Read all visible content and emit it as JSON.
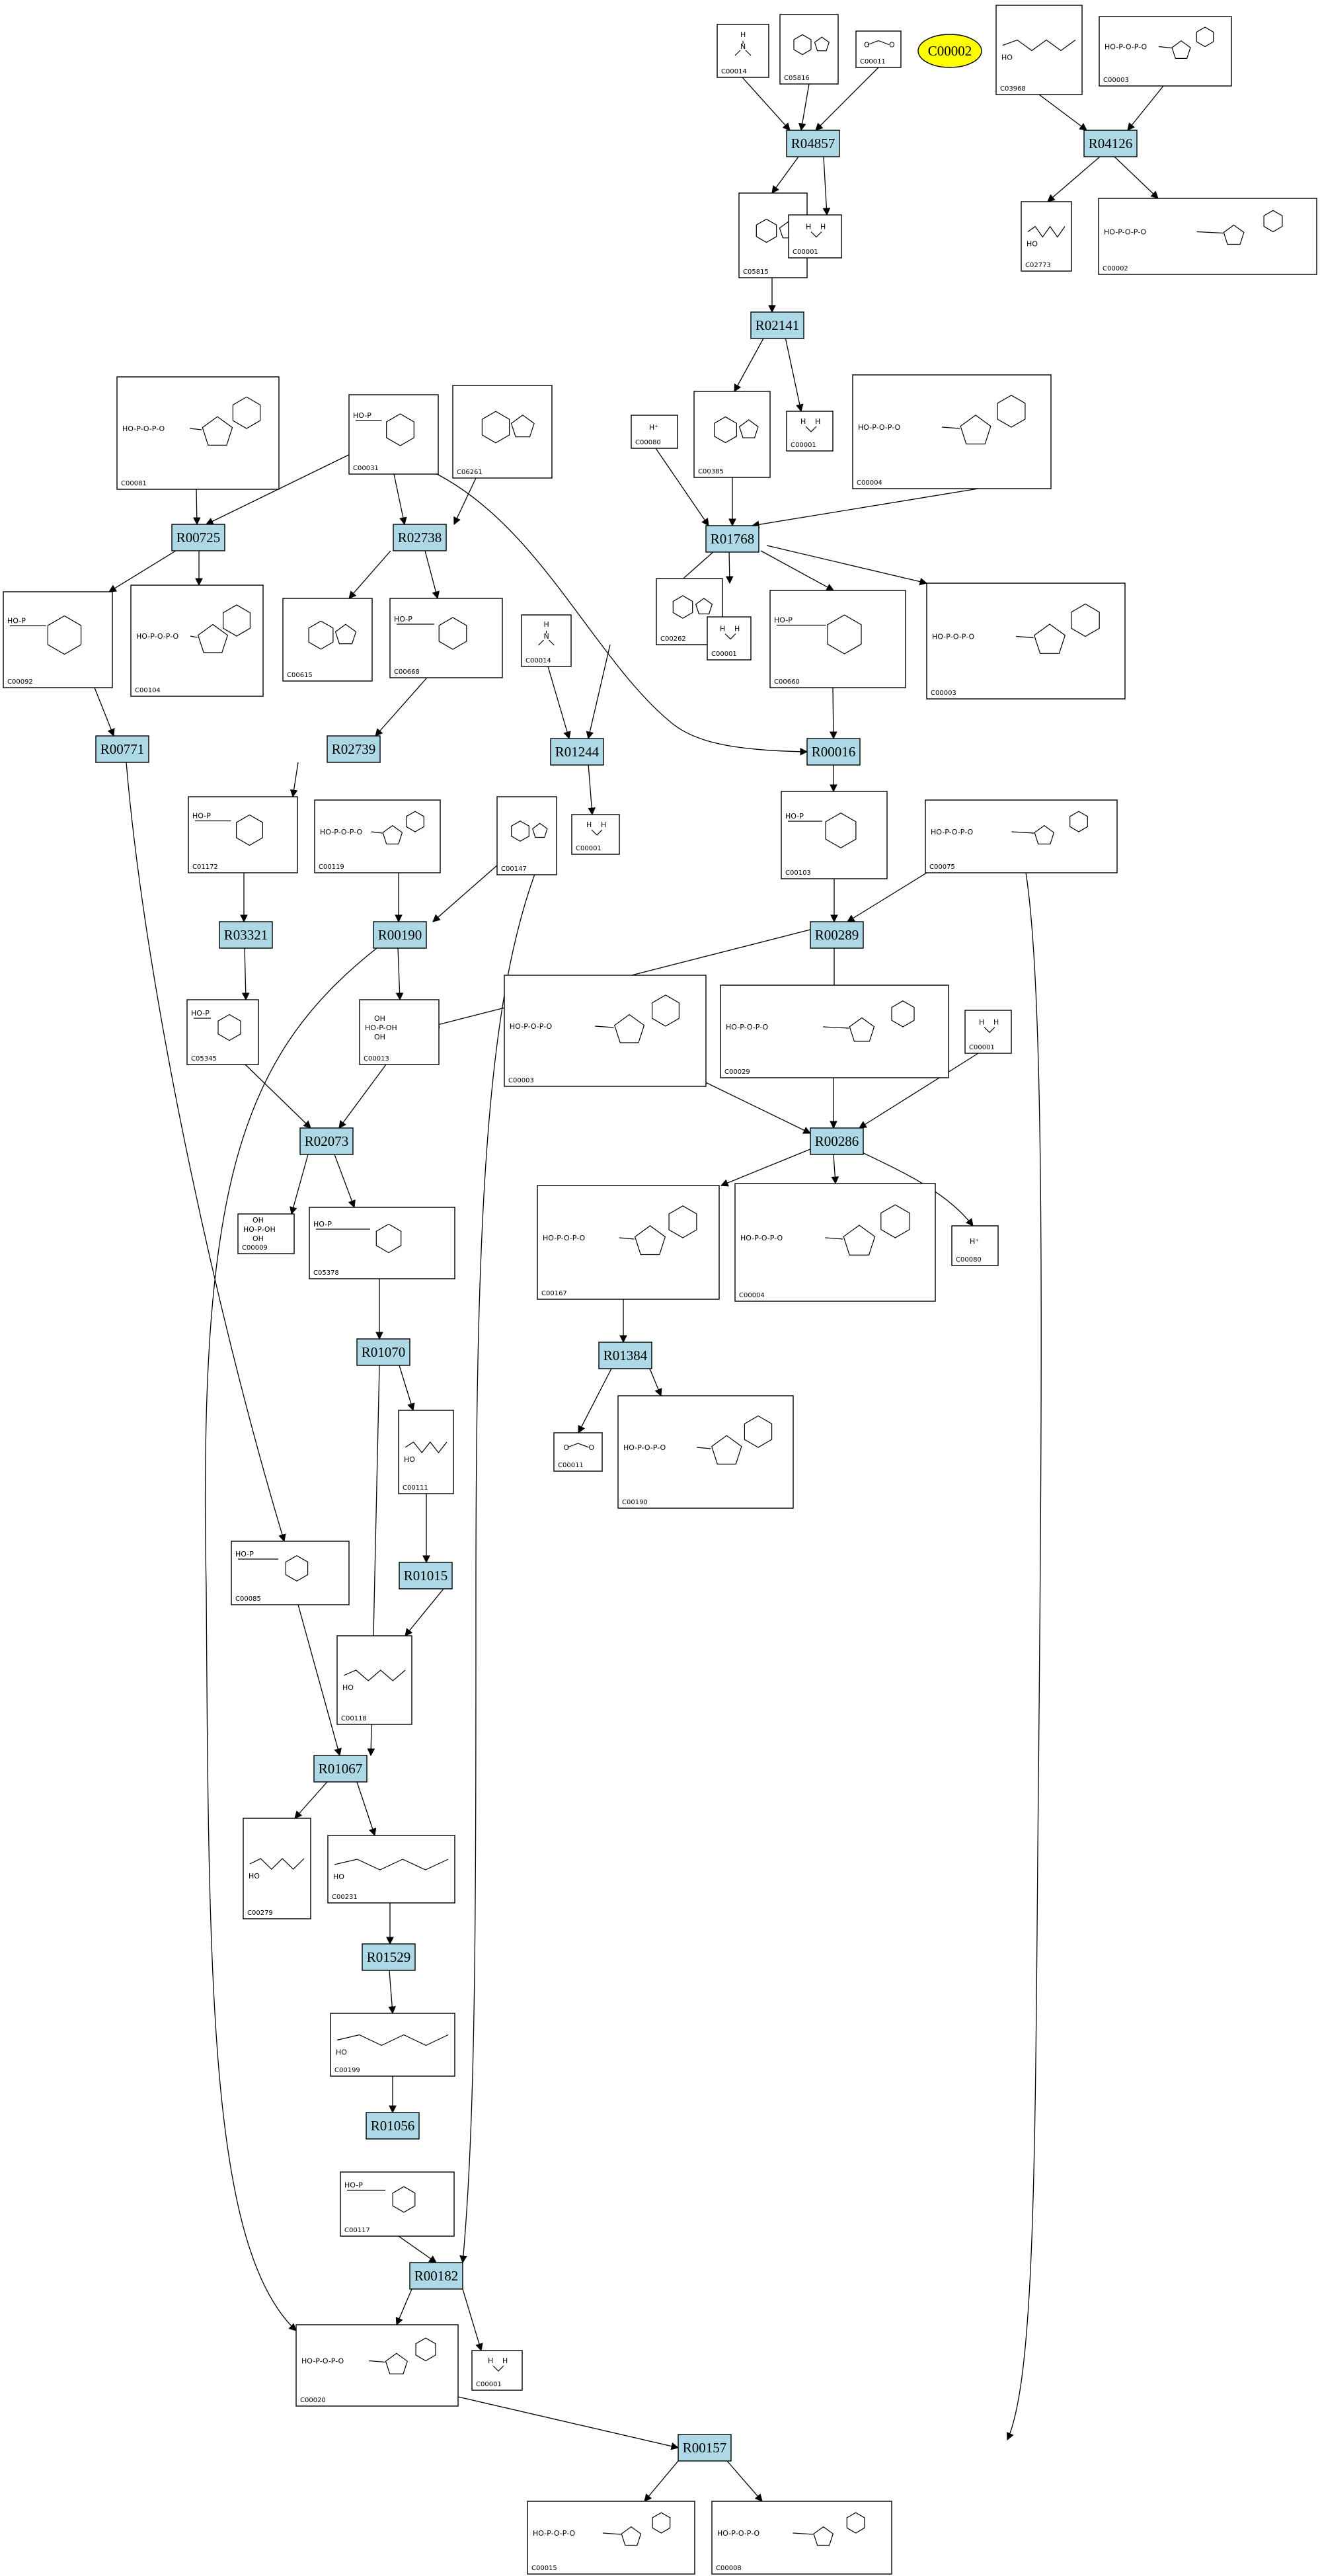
{
  "diagram": {
    "legend": "C00002",
    "compounds": [
      {
        "id": "C00014",
        "mol": "nh3"
      },
      {
        "id": "C05816",
        "mol": "ring"
      },
      {
        "id": "C00011",
        "mol": "co2"
      },
      {
        "id": "C03968",
        "mol": "chain"
      },
      {
        "id": "C00003",
        "mol": "nuc"
      },
      {
        "id": "C05815",
        "mol": "ring"
      },
      {
        "id": "C00001",
        "mol": "water"
      },
      {
        "id": "C02773",
        "mol": "chain"
      },
      {
        "id": "C00002",
        "mol": "nuc"
      },
      {
        "id": "C00081",
        "mol": "nuc"
      },
      {
        "id": "C00031",
        "mol": "sugar"
      },
      {
        "id": "C06261",
        "mol": "ring"
      },
      {
        "id": "C00080",
        "mol": "proton"
      },
      {
        "id": "C00385",
        "mol": "ring"
      },
      {
        "id": "C00001",
        "mol": "water"
      },
      {
        "id": "C00004",
        "mol": "nuc"
      },
      {
        "id": "C00092",
        "mol": "sugar"
      },
      {
        "id": "C00104",
        "mol": "nuc"
      },
      {
        "id": "C00615",
        "mol": "ring"
      },
      {
        "id": "C00668",
        "mol": "sugar"
      },
      {
        "id": "C00014",
        "mol": "nh3"
      },
      {
        "id": "C00262",
        "mol": "ring"
      },
      {
        "id": "C00001",
        "mol": "water"
      },
      {
        "id": "C00660",
        "mol": "sugar"
      },
      {
        "id": "C00003",
        "mol": "nuc"
      },
      {
        "id": "C01172",
        "mol": "sugar"
      },
      {
        "id": "C00119",
        "mol": "nuc"
      },
      {
        "id": "C00147",
        "mol": "ring"
      },
      {
        "id": "C00001",
        "mol": "water"
      },
      {
        "id": "C00103",
        "mol": "sugar"
      },
      {
        "id": "C00075",
        "mol": "nuc"
      },
      {
        "id": "C05345",
        "mol": "sugar"
      },
      {
        "id": "C00013",
        "mol": "phosphate"
      },
      {
        "id": "C00003",
        "mol": "nuc"
      },
      {
        "id": "C00029",
        "mol": "nuc"
      },
      {
        "id": "C00001",
        "mol": "water"
      },
      {
        "id": "C00009",
        "mol": "phosphate"
      },
      {
        "id": "C05378",
        "mol": "sugar"
      },
      {
        "id": "C00167",
        "mol": "nuc"
      },
      {
        "id": "C00004",
        "mol": "nuc"
      },
      {
        "id": "C00080",
        "mol": "proton"
      },
      {
        "id": "C00111",
        "mol": "chain"
      },
      {
        "id": "C00011",
        "mol": "co2"
      },
      {
        "id": "C00190",
        "mol": "nuc"
      },
      {
        "id": "C00085",
        "mol": "sugar"
      },
      {
        "id": "C00118",
        "mol": "chain"
      },
      {
        "id": "C00279",
        "mol": "chain"
      },
      {
        "id": "C00231",
        "mol": "chain"
      },
      {
        "id": "C00199",
        "mol": "chain"
      },
      {
        "id": "C00117",
        "mol": "sugar"
      },
      {
        "id": "C00020",
        "mol": "nuc"
      },
      {
        "id": "C00001",
        "mol": "water"
      },
      {
        "id": "C00015",
        "mol": "nuc"
      },
      {
        "id": "C00008",
        "mol": "nuc"
      }
    ],
    "reactions": [
      "R04857",
      "R04126",
      "R02141",
      "R00725",
      "R02738",
      "R01768",
      "R00771",
      "R02739",
      "R01244",
      "R00016",
      "R03321",
      "R00190",
      "R00289",
      "R02073",
      "R00286",
      "R01070",
      "R01384",
      "R01015",
      "R01067",
      "R01529",
      "R01056",
      "R00182",
      "R00157"
    ]
  }
}
